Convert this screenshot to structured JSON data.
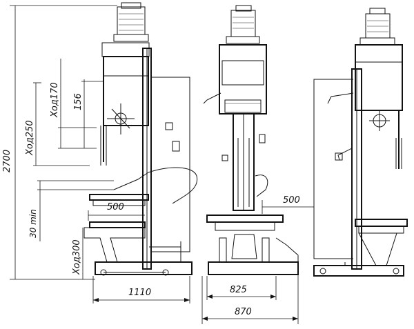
{
  "dimensions": {
    "total_height": "2700",
    "spindle_travel_1": "Ход170",
    "spindle_travel_2": "Ход250",
    "head_travel_156": "156",
    "min_30": "30 min",
    "table_travel": "Ход300",
    "reach_left": "500",
    "reach_front": "500",
    "length_side": "1110",
    "width_front_inner": "825",
    "width_front_outer": "870"
  }
}
